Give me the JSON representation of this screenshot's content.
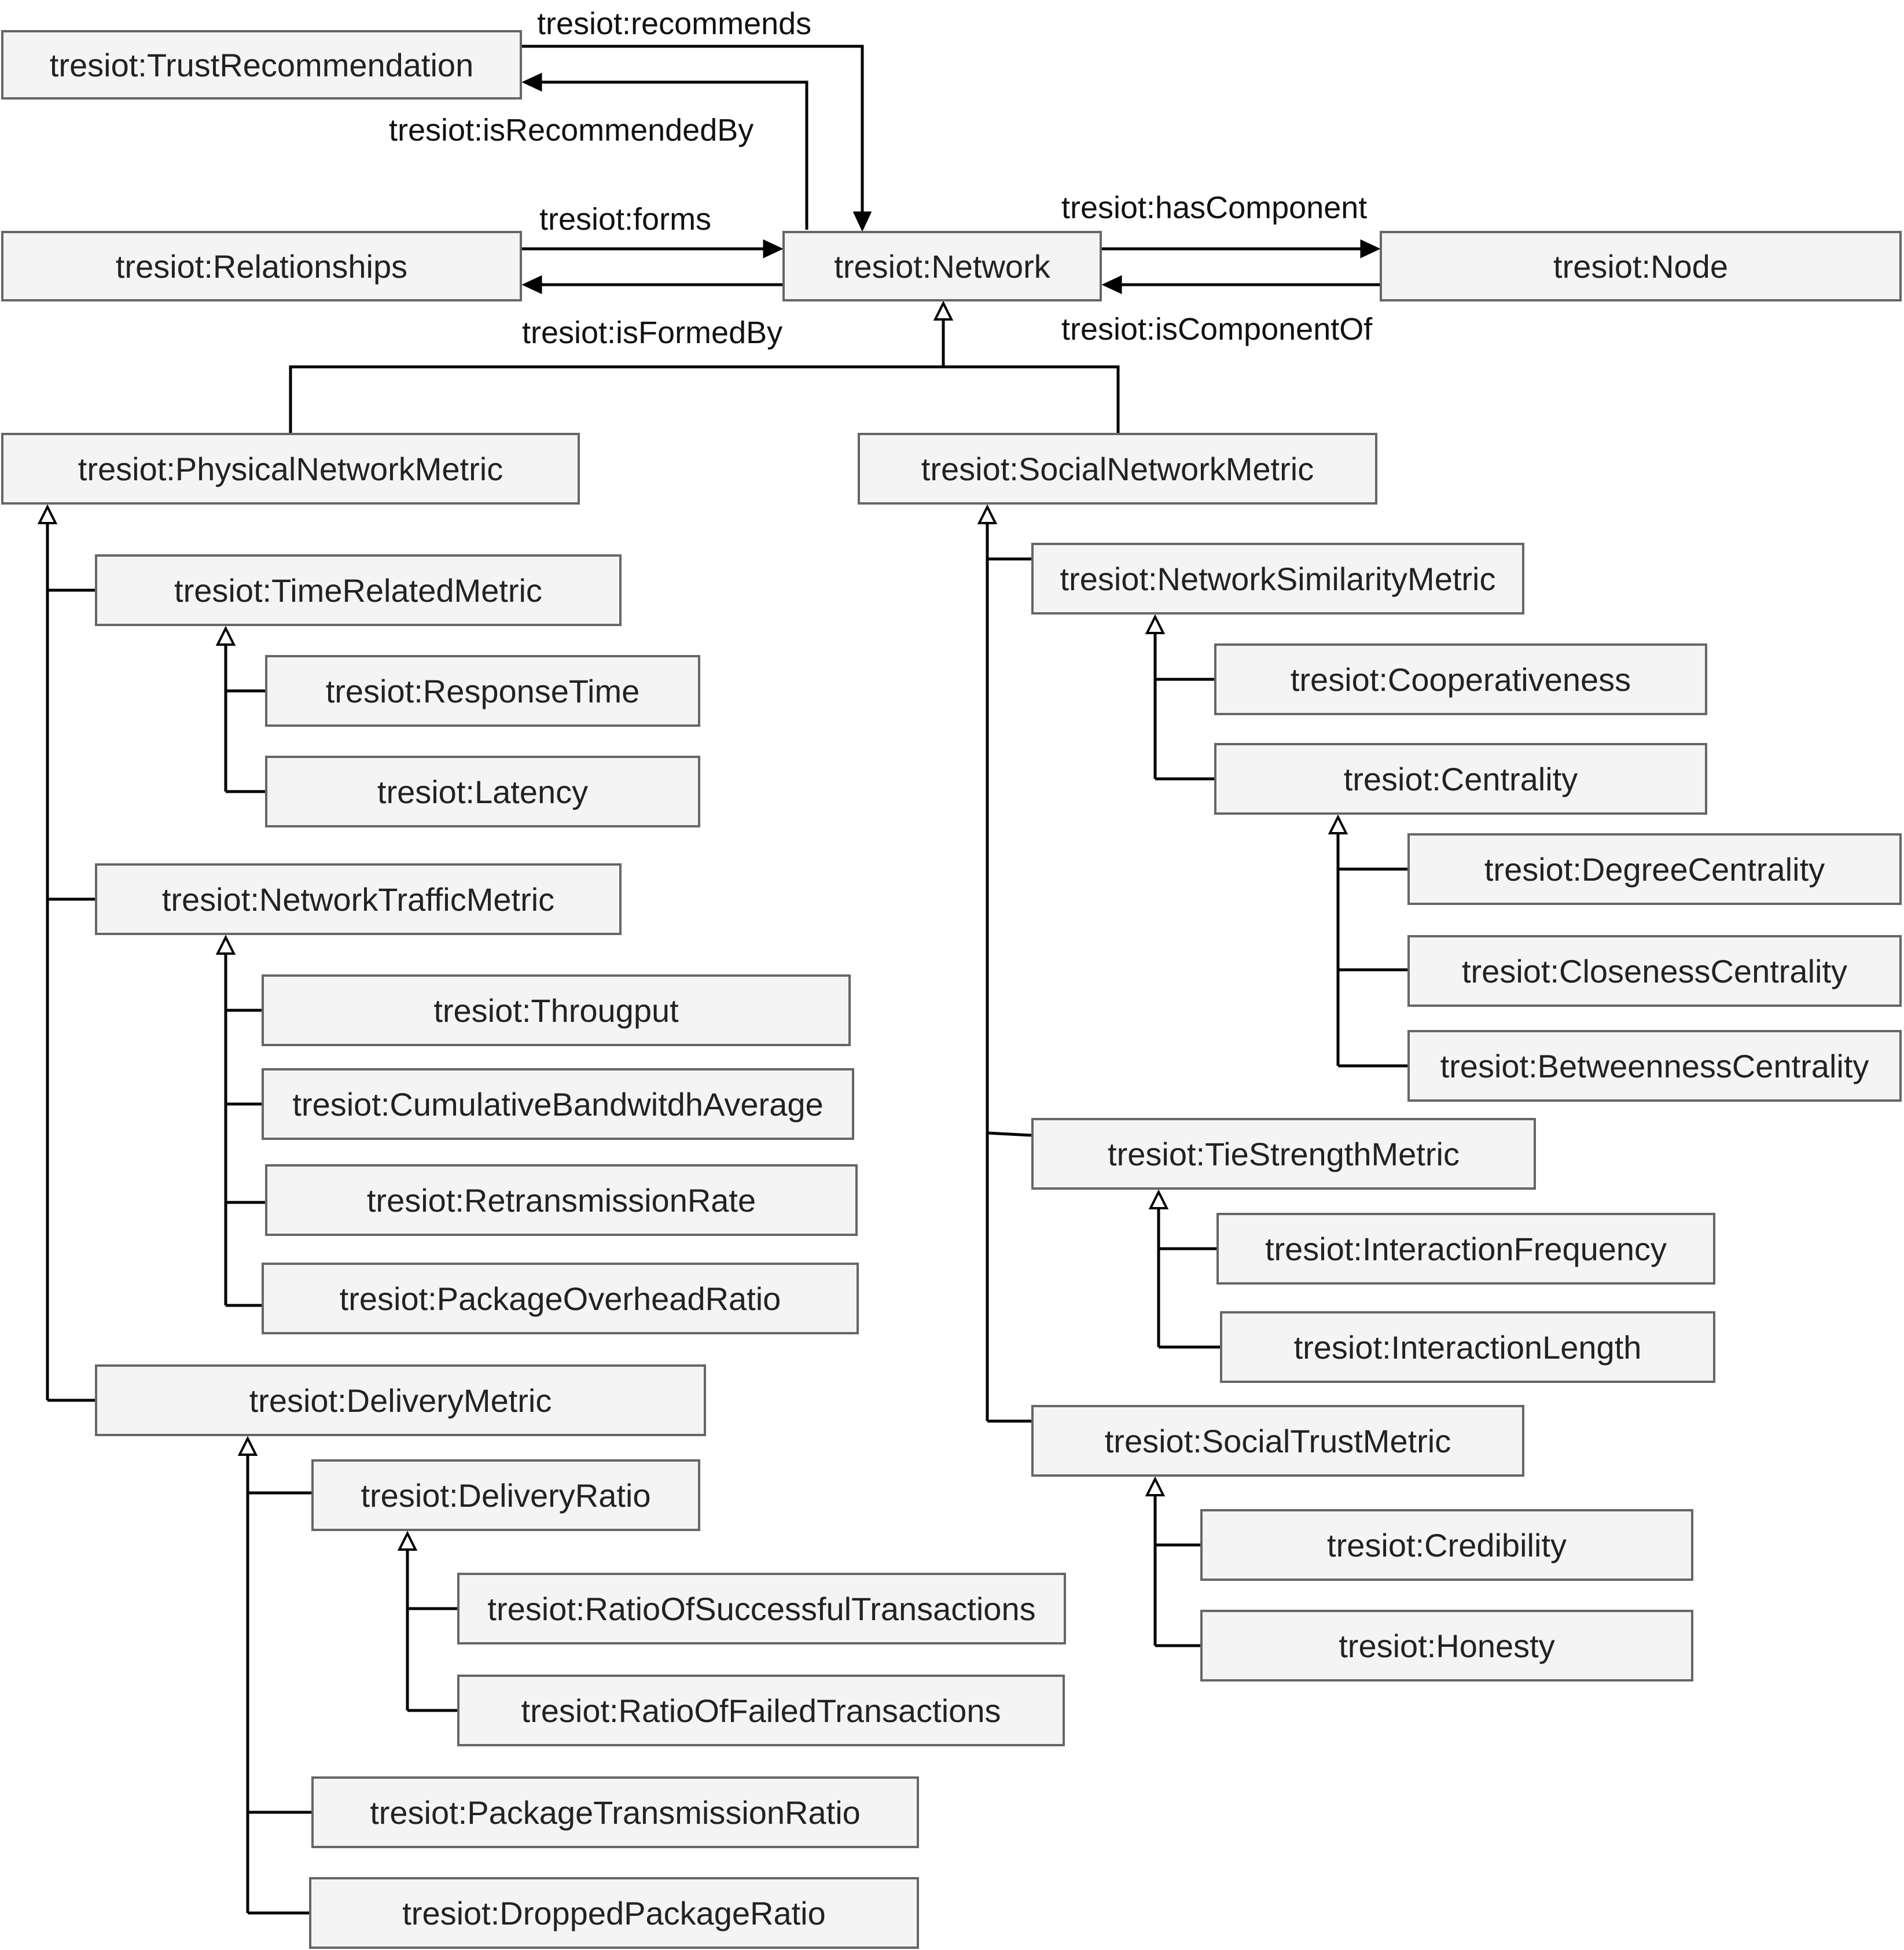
{
  "nodes": {
    "trust_recommendation": "tresiot:TrustRecommendation",
    "relationships": "tresiot:Relationships",
    "network": "tresiot:Network",
    "node": "tresiot:Node",
    "physical_network_metric": "tresiot:PhysicalNetworkMetric",
    "social_network_metric": "tresiot:SocialNetworkMetric",
    "time_related_metric": "tresiot:TimeRelatedMetric",
    "response_time": "tresiot:ResponseTime",
    "latency": "tresiot:Latency",
    "network_traffic_metric": "tresiot:NetworkTrafficMetric",
    "througput": "tresiot:Througput",
    "cumulative_bandwidth_average": "tresiot:CumulativeBandwitdhAverage",
    "retransmission_rate": "tresiot:RetransmissionRate",
    "package_overhead_ratio": "tresiot:PackageOverheadRatio",
    "delivery_metric": "tresiot:DeliveryMetric",
    "delivery_ratio": "tresiot:DeliveryRatio",
    "ratio_successful_transactions": "tresiot:RatioOfSuccessfulTransactions",
    "ratio_failed_transactions": "tresiot:RatioOfFailedTransactions",
    "package_transmission_ratio": "tresiot:PackageTransmissionRatio",
    "dropped_package_ratio": "tresiot:DroppedPackageRatio",
    "network_similarity_metric": "tresiot:NetworkSimilarityMetric",
    "cooperativeness": "tresiot:Cooperativeness",
    "centrality": "tresiot:Centrality",
    "degree_centrality": "tresiot:DegreeCentrality",
    "closeness_centrality": "tresiot:ClosenessCentrality",
    "betweenness_centrality": "tresiot:BetweennessCentrality",
    "tie_strength_metric": "tresiot:TieStrengthMetric",
    "interaction_frequency": "tresiot:InteractionFrequency",
    "interaction_length": "tresiot:InteractionLength",
    "social_trust_metric": "tresiot:SocialTrustMetric",
    "credibility": "tresiot:Credibility",
    "honesty": "tresiot:Honesty"
  },
  "edge_labels": {
    "recommends": "tresiot:recommends",
    "is_recommended_by": "tresiot:isRecommendedBy",
    "forms": "tresiot:forms",
    "is_formed_by": "tresiot:isFormedBy",
    "has_component": "tresiot:hasComponent",
    "is_component_of": "tresiot:isComponentOf"
  },
  "relations": [
    {
      "from": "trust_recommendation",
      "to": "network",
      "label": "recommends",
      "kind": "property"
    },
    {
      "from": "network",
      "to": "trust_recommendation",
      "label": "is_recommended_by",
      "kind": "property"
    },
    {
      "from": "relationships",
      "to": "network",
      "label": "forms",
      "kind": "property"
    },
    {
      "from": "network",
      "to": "relationships",
      "label": "is_formed_by",
      "kind": "property"
    },
    {
      "from": "network",
      "to": "node",
      "label": "has_component",
      "kind": "property"
    },
    {
      "from": "node",
      "to": "network",
      "label": "is_component_of",
      "kind": "property"
    },
    {
      "from": "physical_network_metric",
      "to": "network",
      "kind": "subclass"
    },
    {
      "from": "social_network_metric",
      "to": "network",
      "kind": "subclass"
    },
    {
      "from": "time_related_metric",
      "to": "physical_network_metric",
      "kind": "subclass"
    },
    {
      "from": "network_traffic_metric",
      "to": "physical_network_metric",
      "kind": "subclass"
    },
    {
      "from": "delivery_metric",
      "to": "physical_network_metric",
      "kind": "subclass"
    },
    {
      "from": "response_time",
      "to": "time_related_metric",
      "kind": "subclass"
    },
    {
      "from": "latency",
      "to": "time_related_metric",
      "kind": "subclass"
    },
    {
      "from": "througput",
      "to": "network_traffic_metric",
      "kind": "subclass"
    },
    {
      "from": "cumulative_bandwidth_average",
      "to": "network_traffic_metric",
      "kind": "subclass"
    },
    {
      "from": "retransmission_rate",
      "to": "network_traffic_metric",
      "kind": "subclass"
    },
    {
      "from": "package_overhead_ratio",
      "to": "network_traffic_metric",
      "kind": "subclass"
    },
    {
      "from": "delivery_ratio",
      "to": "delivery_metric",
      "kind": "subclass"
    },
    {
      "from": "package_transmission_ratio",
      "to": "delivery_metric",
      "kind": "subclass"
    },
    {
      "from": "dropped_package_ratio",
      "to": "delivery_metric",
      "kind": "subclass"
    },
    {
      "from": "ratio_successful_transactions",
      "to": "delivery_ratio",
      "kind": "subclass"
    },
    {
      "from": "ratio_failed_transactions",
      "to": "delivery_ratio",
      "kind": "subclass"
    },
    {
      "from": "network_similarity_metric",
      "to": "social_network_metric",
      "kind": "subclass"
    },
    {
      "from": "tie_strength_metric",
      "to": "social_network_metric",
      "kind": "subclass"
    },
    {
      "from": "social_trust_metric",
      "to": "social_network_metric",
      "kind": "subclass"
    },
    {
      "from": "cooperativeness",
      "to": "network_similarity_metric",
      "kind": "subclass"
    },
    {
      "from": "centrality",
      "to": "network_similarity_metric",
      "kind": "subclass"
    },
    {
      "from": "degree_centrality",
      "to": "centrality",
      "kind": "subclass"
    },
    {
      "from": "closeness_centrality",
      "to": "centrality",
      "kind": "subclass"
    },
    {
      "from": "betweenness_centrality",
      "to": "centrality",
      "kind": "subclass"
    },
    {
      "from": "interaction_frequency",
      "to": "tie_strength_metric",
      "kind": "subclass"
    },
    {
      "from": "interaction_length",
      "to": "tie_strength_metric",
      "kind": "subclass"
    },
    {
      "from": "credibility",
      "to": "social_trust_metric",
      "kind": "subclass"
    },
    {
      "from": "honesty",
      "to": "social_trust_metric",
      "kind": "subclass"
    }
  ],
  "colors": {
    "box_fill": "#f4f4f4",
    "box_border": "#666666",
    "line": "#000000",
    "text": "#222222"
  }
}
